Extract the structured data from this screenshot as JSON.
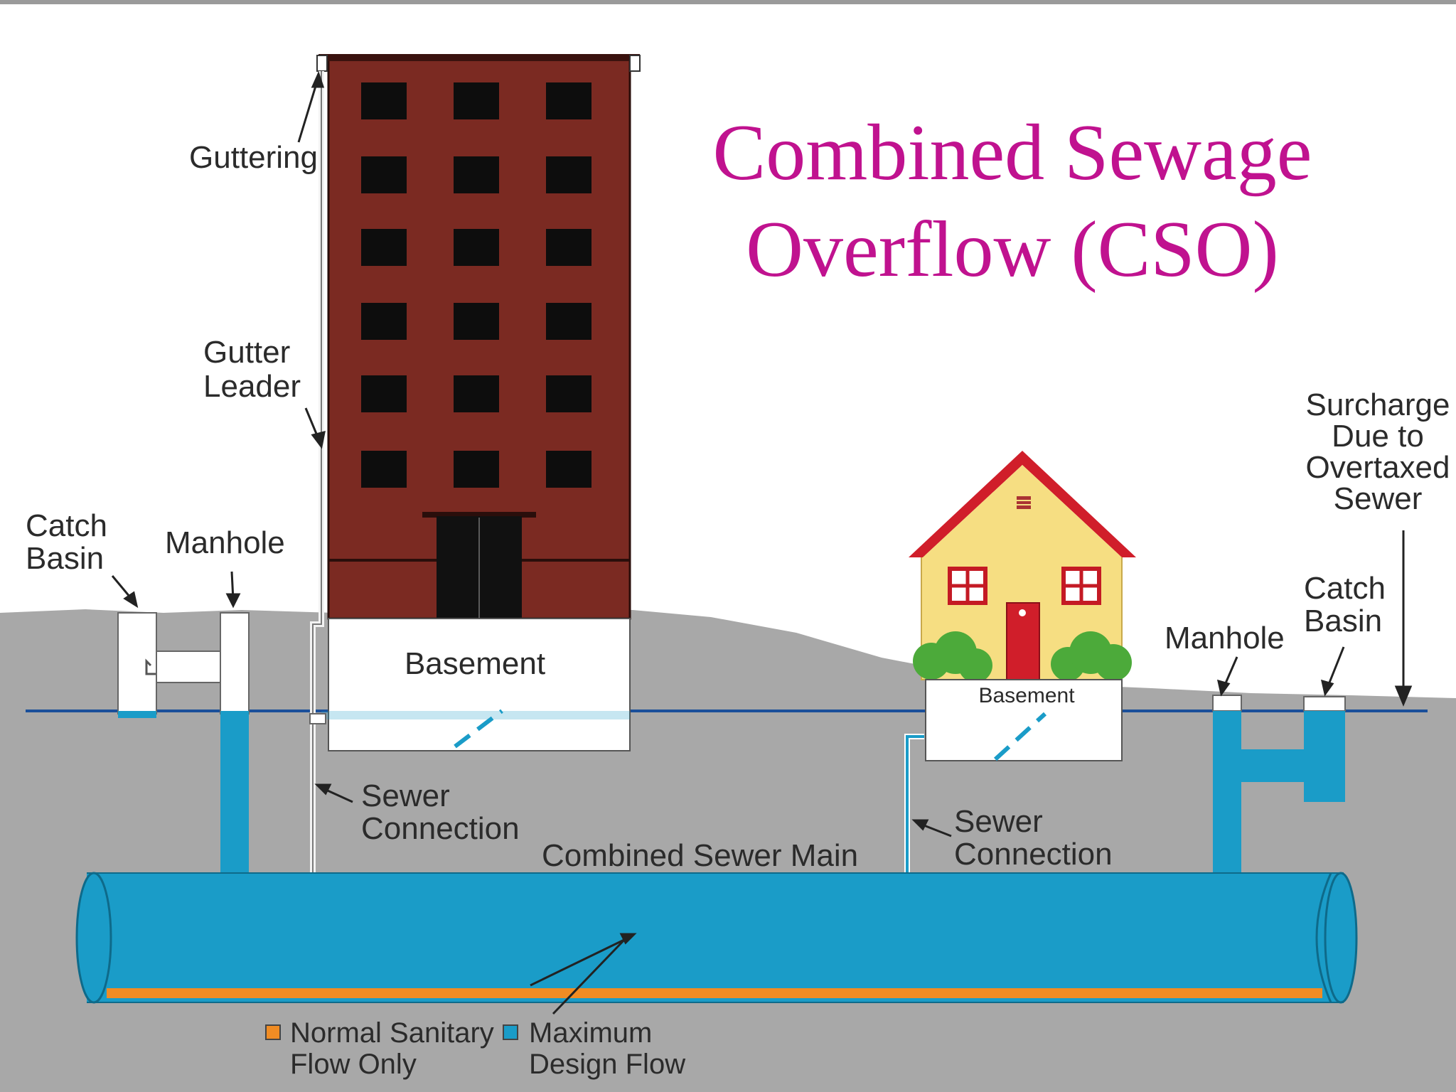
{
  "title": {
    "line1": "Combined Sewage",
    "line2": "Overflow (CSO)"
  },
  "labels": {
    "guttering": "Guttering",
    "gutter_leader": [
      "Gutter",
      "Leader"
    ],
    "catch_basin_left": [
      "Catch",
      "Basin"
    ],
    "manhole_left": "Manhole",
    "basement_building": "Basement",
    "basement_house": "Basement",
    "sewer_connection_left": [
      "Sewer",
      "Connection"
    ],
    "sewer_connection_right": [
      "Sewer",
      "Connection"
    ],
    "combined_sewer_main": "Combined Sewer Main",
    "manhole_right": "Manhole",
    "catch_basin_right": [
      "Catch",
      "Basin"
    ],
    "surcharge": [
      "Surcharge",
      "Due to",
      "Overtaxed",
      "Sewer"
    ]
  },
  "legend": {
    "normal": [
      "Normal Sanitary",
      "Flow Only"
    ],
    "maximum": [
      "Maximum",
      "Design Flow"
    ]
  },
  "colors": {
    "title": "#c0128f",
    "ground": "#a7a7a7",
    "water": "#1a9cc8",
    "water_line": "#1a4f9a",
    "sanitary_flow": "#f08c24",
    "building": "#7b2a22",
    "house_wall": "#f6de82",
    "house_roof": "#d01e2a",
    "bush": "#4caa3a"
  }
}
